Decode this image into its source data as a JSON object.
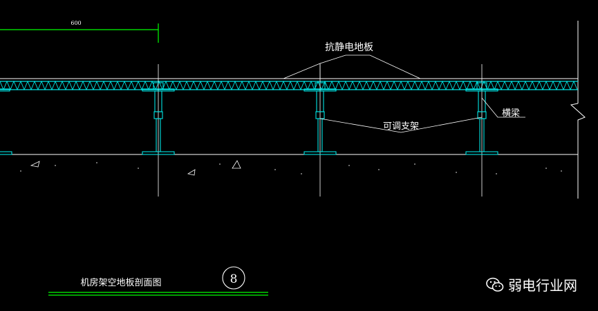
{
  "dimension": {
    "text": "600"
  },
  "labels": {
    "antistatic_floor": "抗静电地板",
    "stringer": "横梁",
    "adjustable_pedestal": "可调支架"
  },
  "title_block": {
    "title": "机房架空地板剖面图",
    "detail_number": "8"
  },
  "watermark": {
    "text": "弱电行业网"
  },
  "colors": {
    "background": "#000000",
    "floor_panel": "#00e5e5",
    "lines": "#ffffff",
    "dimension_line": "#00ff00",
    "pedestal": "#00e5e5"
  }
}
